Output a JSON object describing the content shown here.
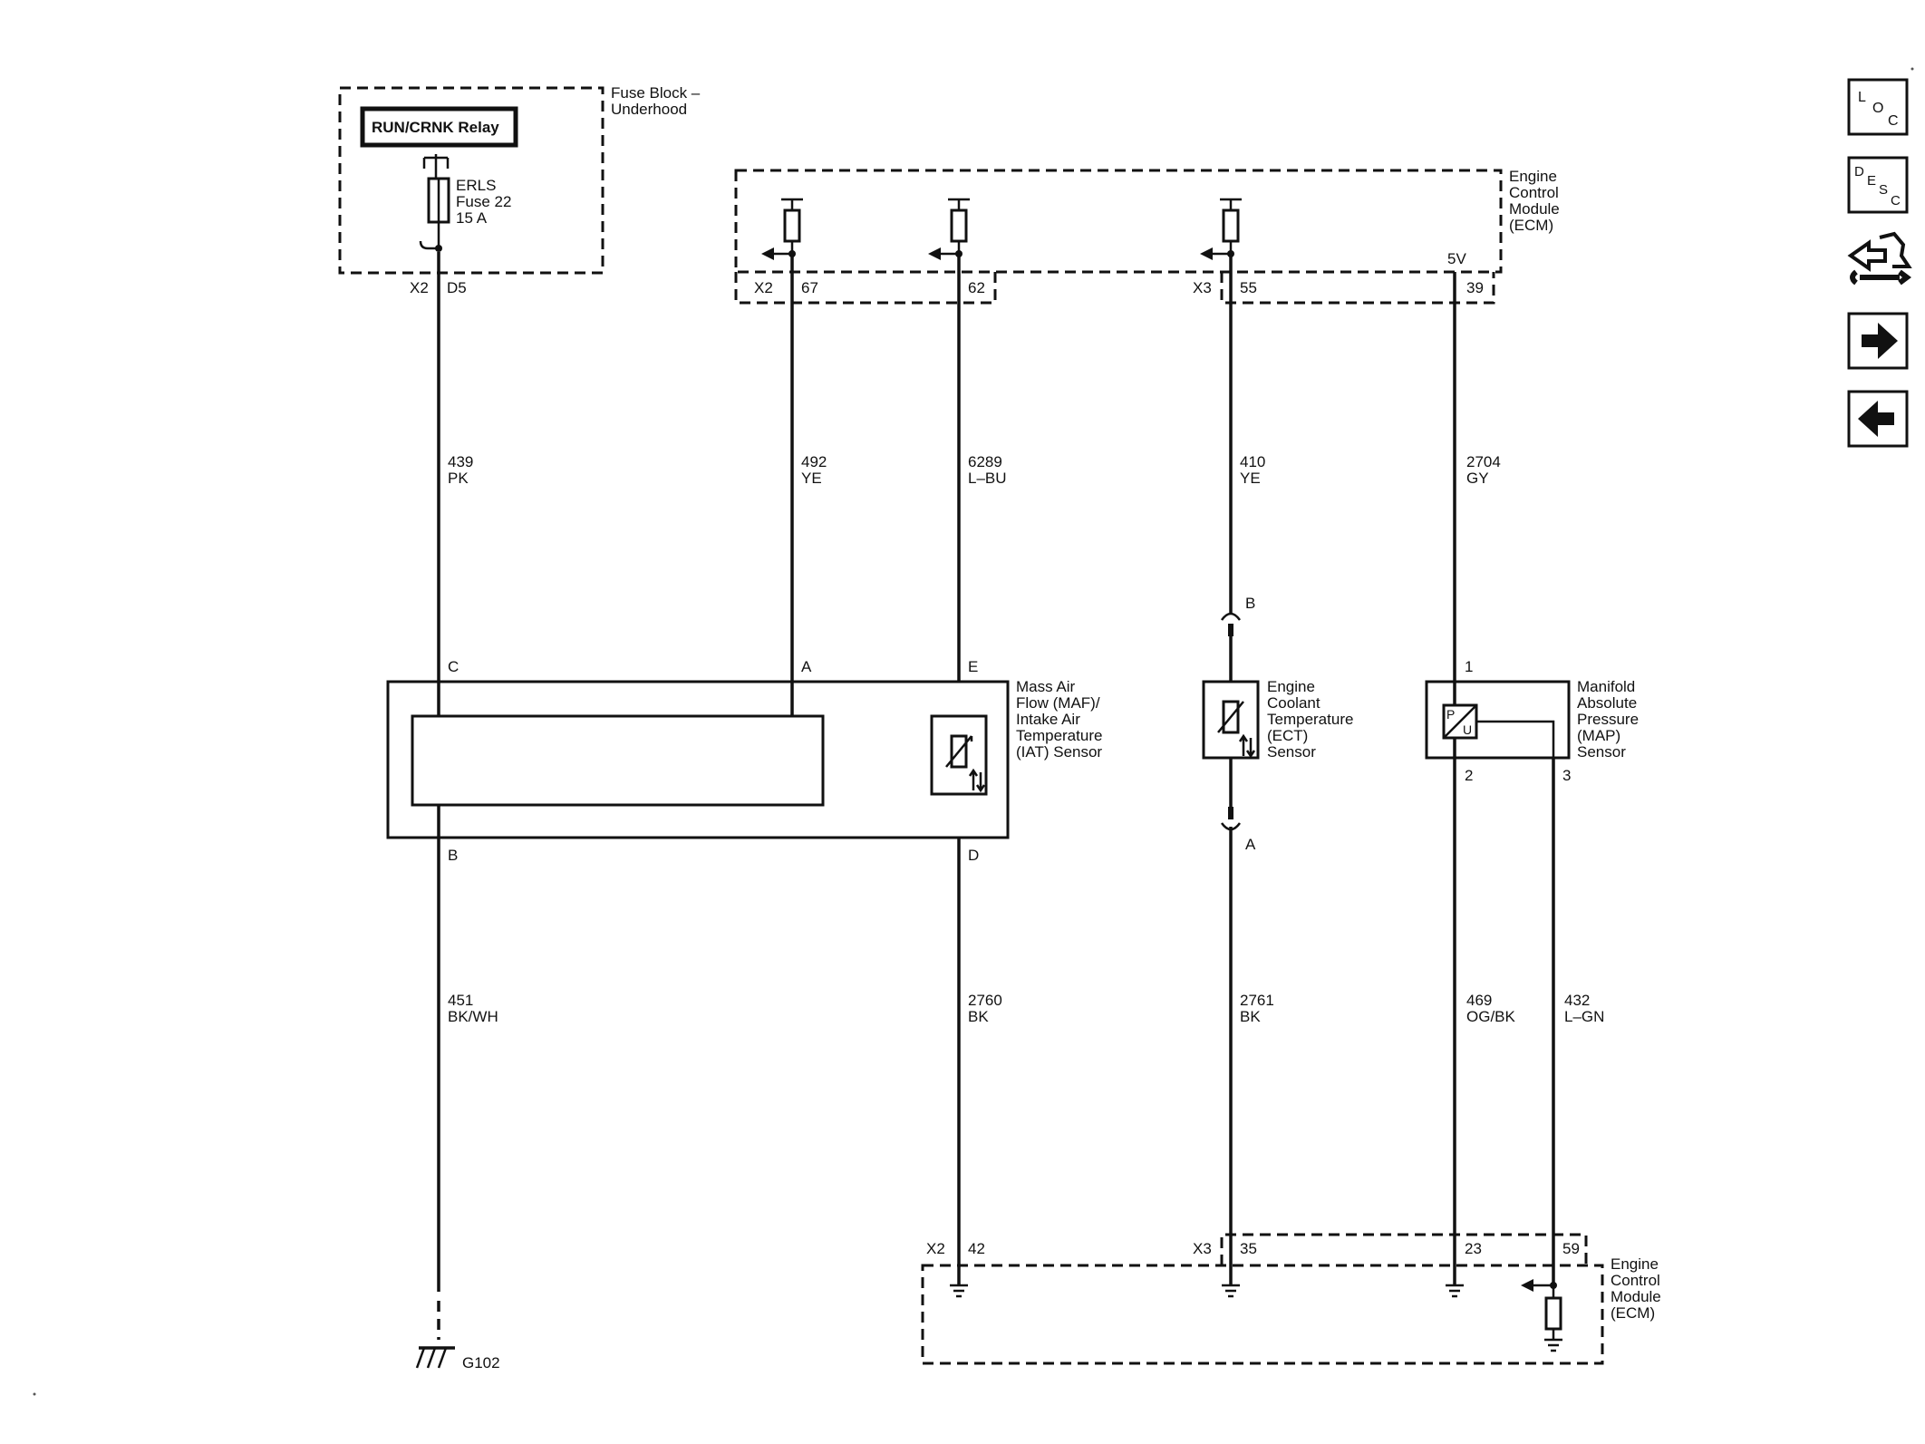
{
  "fuse_block": {
    "title_line1": "Fuse Block –",
    "title_line2": "Underhood",
    "relay": "RUN/CRNK Relay",
    "fuse_line1": "ERLS",
    "fuse_line2": "Fuse 22",
    "fuse_line3": "15 A",
    "connector": "X2",
    "pin": "D5"
  },
  "ecm_top": {
    "line1": "Engine",
    "line2": "Control",
    "line3": "Module",
    "line4": "(ECM)",
    "voltage": "5V",
    "conn_x2": "X2",
    "conn_x3": "X3",
    "pin_67": "67",
    "pin_62": "62",
    "pin_55": "55",
    "pin_39": "39"
  },
  "ecm_bottom": {
    "line1": "Engine",
    "line2": "Control",
    "line3": "Module",
    "line4": "(ECM)",
    "conn_x2": "X2",
    "conn_x3": "X3",
    "pin_42": "42",
    "pin_35": "35",
    "pin_23": "23",
    "pin_59": "59"
  },
  "wires": {
    "w439": {
      "circuit": "439",
      "color": "PK"
    },
    "w492": {
      "circuit": "492",
      "color": "YE"
    },
    "w6289": {
      "circuit": "6289",
      "color": "L–BU"
    },
    "w410": {
      "circuit": "410",
      "color": "YE"
    },
    "w2704": {
      "circuit": "2704",
      "color": "GY"
    },
    "w451": {
      "circuit": "451",
      "color": "BK/WH"
    },
    "w2760": {
      "circuit": "2760",
      "color": "BK"
    },
    "w2761": {
      "circuit": "2761",
      "color": "BK"
    },
    "w469": {
      "circuit": "469",
      "color": "OG/BK"
    },
    "w432": {
      "circuit": "432",
      "color": "L–GN"
    }
  },
  "maf_sensor": {
    "line1": "Mass Air",
    "line2": "Flow (MAF)/",
    "line3": "Intake Air",
    "line4": "Temperature",
    "line5": "(IAT) Sensor",
    "pin_c": "C",
    "pin_a": "A",
    "pin_e": "E",
    "pin_b": "B",
    "pin_d": "D"
  },
  "ect_sensor": {
    "line1": "Engine",
    "line2": "Coolant",
    "line3": "Temperature",
    "line4": "(ECT)",
    "line5": "Sensor",
    "pin_b": "B",
    "pin_a": "A"
  },
  "map_sensor": {
    "line1": "Manifold",
    "line2": "Absolute",
    "line3": "Pressure",
    "line4": "(MAP)",
    "line5": "Sensor",
    "pin_1": "1",
    "pin_2": "2",
    "pin_3": "3",
    "symbol_p": "P",
    "symbol_u": "U"
  },
  "ground": {
    "label": "G102"
  },
  "nav": {
    "loc": {
      "l": "L",
      "o": "O",
      "c": "C"
    },
    "desc": {
      "d": "D",
      "e": "E",
      "s": "S",
      "c": "C"
    },
    "icons": [
      "loc-icon",
      "desc-icon",
      "connector-wrench-icon",
      "arrow-right-icon",
      "arrow-left-icon"
    ]
  }
}
